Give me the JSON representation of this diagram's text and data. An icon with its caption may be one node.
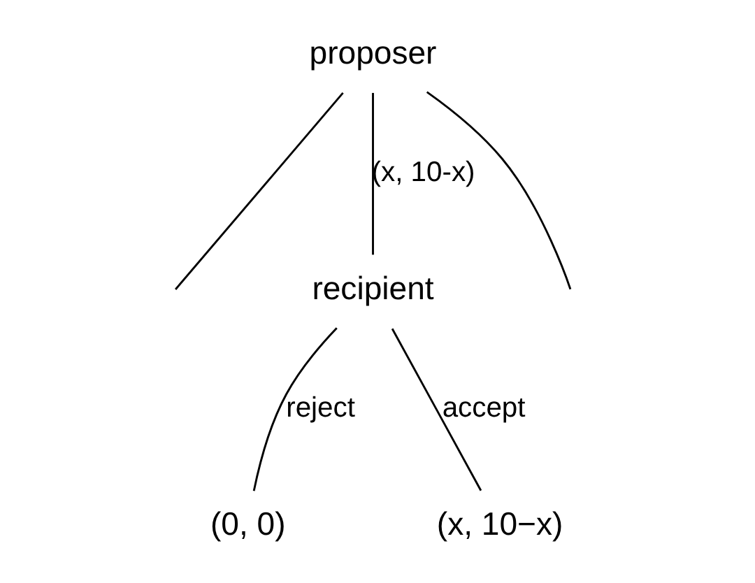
{
  "diagram": {
    "nodes": [
      {
        "text": [
          "proposer"
        ]
      },
      {
        "text": [
          "recipient"
        ]
      },
      {
        "text": [
          "(0, 0)"
        ]
      },
      {
        "text": [
          "(x, 10−x)"
        ]
      }
    ],
    "edges": [
      {
        "from": 0,
        "to": null,
        "arrow": "none"
      },
      {
        "from": 0,
        "to": 1,
        "arrow": "none",
        "label": "(x, 10-x)"
      },
      {
        "from": 0,
        "to": null,
        "arrow": "none"
      },
      {
        "from": 1,
        "to": 2,
        "arrow": "none",
        "label": "reject"
      },
      {
        "from": 1,
        "to": 3,
        "arrow": "none",
        "label": "accept"
      }
    ]
  }
}
